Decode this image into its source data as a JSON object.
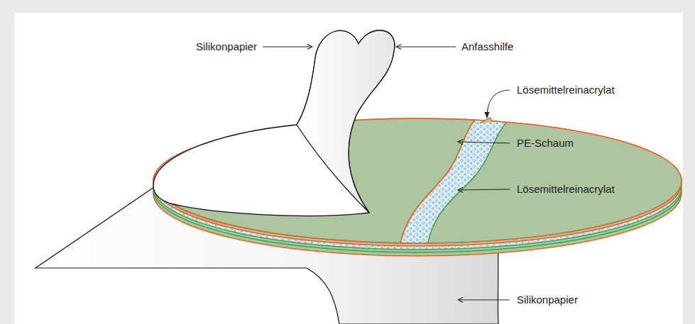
{
  "diagram": {
    "labels": [
      "Silikonpapier",
      "Anfasshilfe",
      "Lösemittelreinacrylat",
      "PE-Schaum",
      "Lösemittelreinacrylat",
      "Silikonpapier"
    ]
  }
}
